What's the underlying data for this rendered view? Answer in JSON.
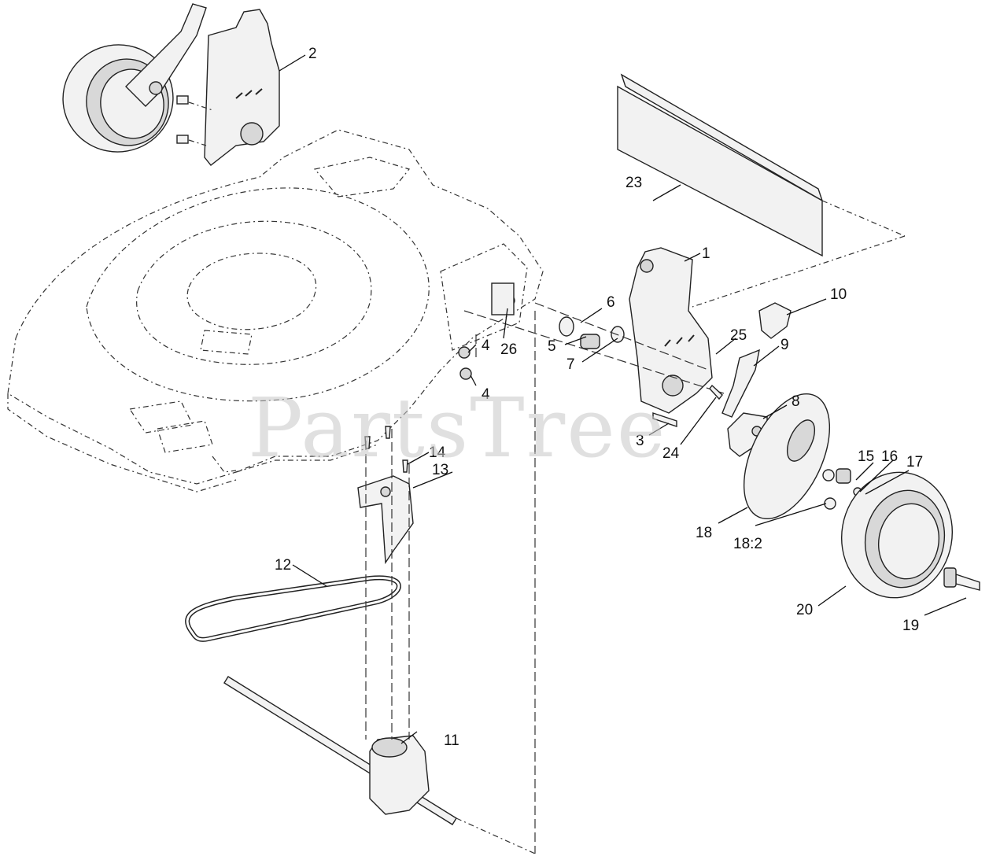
{
  "watermark": "PartsTree",
  "callouts": {
    "c1": "1",
    "c2": "2",
    "c3": "3",
    "c4a": "4",
    "c4b": "4",
    "c5": "5",
    "c6": "6",
    "c7": "7",
    "c8": "8",
    "c9": "9",
    "c10": "10",
    "c11": "11",
    "c12": "12",
    "c13": "13",
    "c14": "14",
    "c15": "15",
    "c16": "16",
    "c17": "17",
    "c18": "18",
    "c18b": "18:2",
    "c19": "19",
    "c20": "20",
    "c23": "23",
    "c24": "24",
    "c25": "25",
    "c26": "26"
  }
}
